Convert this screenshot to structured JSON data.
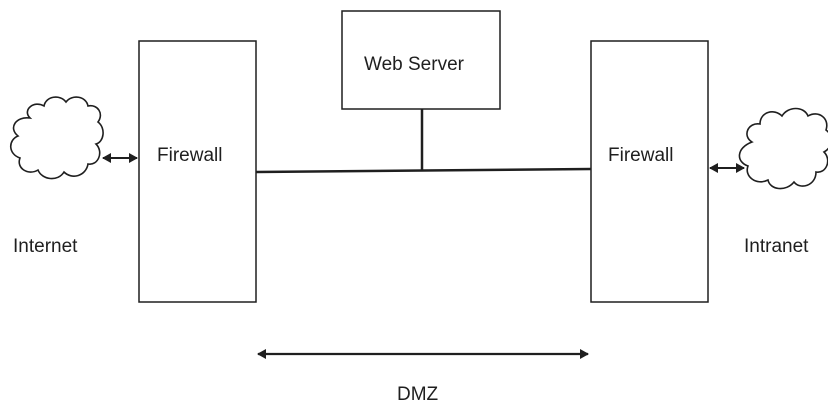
{
  "diagram": {
    "nodes": {
      "internet": {
        "label": "Internet",
        "kind": "cloud"
      },
      "firewall_left": {
        "label": "Firewall",
        "kind": "box"
      },
      "web_server": {
        "label": "Web Server",
        "kind": "box"
      },
      "firewall_right": {
        "label": "Firewall",
        "kind": "box"
      },
      "intranet": {
        "label": "Intranet",
        "kind": "cloud"
      }
    },
    "zone": {
      "label": "DMZ"
    },
    "connections": [
      {
        "from": "internet",
        "to": "firewall_left",
        "style": "double-arrow"
      },
      {
        "from": "firewall_left",
        "to": "firewall_right",
        "style": "line"
      },
      {
        "from": "web_server",
        "to": "firewall_left-firewall_right-link",
        "style": "line"
      },
      {
        "from": "firewall_right",
        "to": "intranet",
        "style": "double-arrow"
      },
      {
        "from": "firewall_left",
        "to": "firewall_right",
        "style": "double-arrow",
        "meaning": "DMZ span"
      }
    ],
    "colors": {
      "stroke": "#1f1f1f",
      "fill": "#ffffff",
      "text": "#1f1f1f"
    }
  }
}
